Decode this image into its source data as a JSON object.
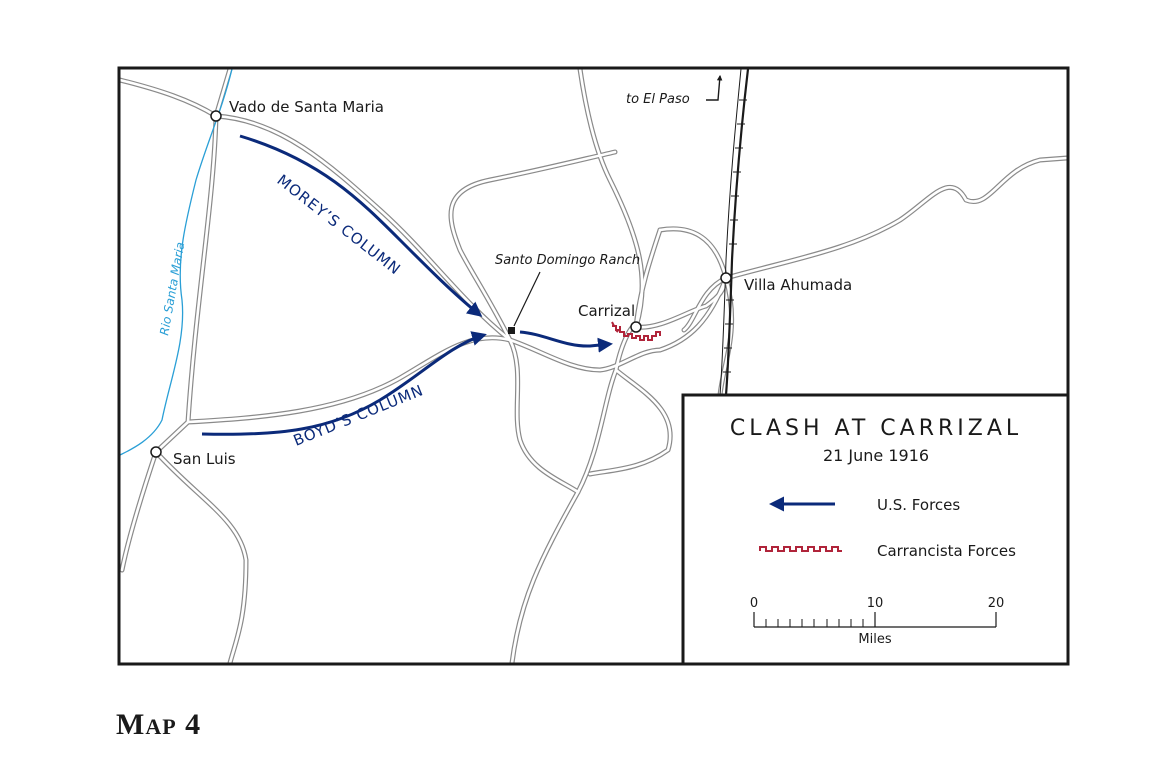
{
  "map": {
    "places": {
      "vado": "Vado de Santa Maria",
      "san_luis": "San Luis",
      "carrizal": "Carrizal",
      "villa_ahumada": "Villa Ahumada",
      "santo_domingo": "Santo Domingo Ranch"
    },
    "river": "Rio Santa Maria",
    "to_el_paso": "to El Paso",
    "columns": {
      "morey": "MOREY’S COLUMN",
      "boyd": "BOYD’S COLUMN"
    }
  },
  "legend": {
    "title": "CLASH AT CARRIZAL",
    "date": "21 June 1916",
    "us_forces": "U.S. Forces",
    "carrancista_forces": "Carrancista Forces",
    "scale": {
      "tick0": "0",
      "tick10": "10",
      "tick20": "20",
      "unit": "Miles"
    }
  },
  "caption": {
    "first": "M",
    "rest": "AP",
    "number": "4"
  },
  "colors": {
    "us_forces": "#0b2a7a",
    "carrancista": "#b0243a",
    "river": "#2a9fd6",
    "frame": "#1a1a1a"
  }
}
